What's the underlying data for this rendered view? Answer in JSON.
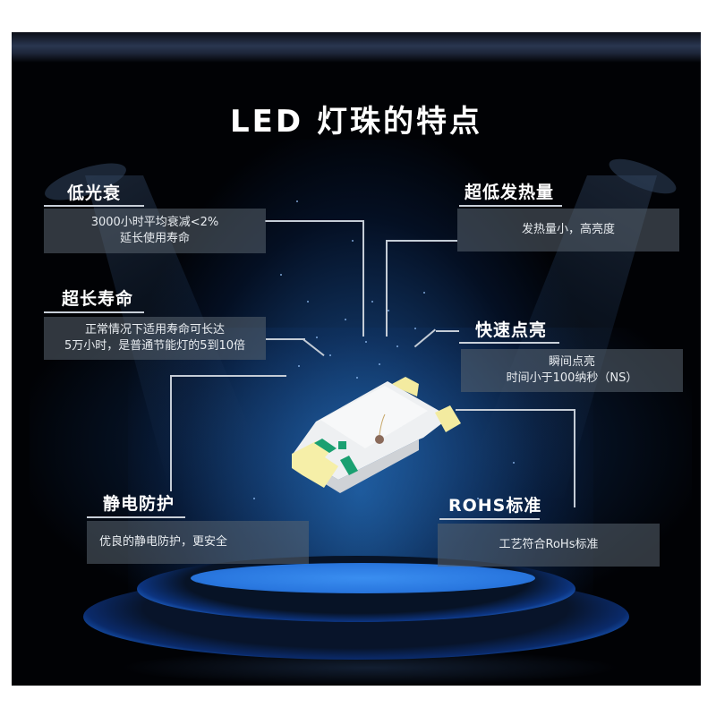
{
  "poster": {
    "title": "LED 灯珠的特点",
    "colors": {
      "background": "#010205",
      "accent_blue": "#2a7ff0",
      "box_fill": "#5a6470",
      "text": "#ffffff",
      "connector_line": "#c4ccd6"
    },
    "features": [
      {
        "id": "low-light-decay",
        "title": "低光衰",
        "lines": [
          "3000小时平均衰减<2%",
          "延长使用寿命"
        ]
      },
      {
        "id": "ultra-low-heat",
        "title": "超低发热量",
        "lines": [
          "发热量小，高亮度"
        ]
      },
      {
        "id": "long-life",
        "title": "超长寿命",
        "lines": [
          "正常情况下适用寿命可长达",
          "5万小时，是普通节能灯的5到10倍"
        ]
      },
      {
        "id": "fast-lighting",
        "title": "快速点亮",
        "lines": [
          "瞬间点亮",
          "时间小于100纳秒（NS）"
        ]
      },
      {
        "id": "esd-protection",
        "title": "静电防护",
        "lines": [
          "优良的静电防护，更安全"
        ]
      },
      {
        "id": "rohs-standard",
        "title": "ROHS标准",
        "lines": [
          "工艺符合RoHs标准"
        ]
      }
    ],
    "product_image": "smd-led-chip",
    "stage": "blue-glowing-podium"
  }
}
